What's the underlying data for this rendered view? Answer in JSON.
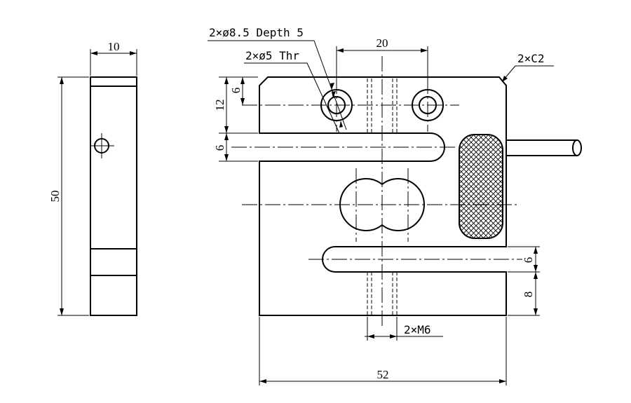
{
  "side_view": {
    "width_label": "10",
    "height_label": "50"
  },
  "front_view": {
    "width_label": "52",
    "hole_spacing_label": "20",
    "top_offset_label": "12",
    "hole_offset_label": "6",
    "upper_slot_label": "6",
    "lower_slot_label": "6",
    "bottom_arm_label": "8"
  },
  "callouts": {
    "counterbore": "2×ø8.5 Depth 5",
    "thru_hole": "2×ø5 Thr",
    "chamfer": "2×C2",
    "thread": "2×M6"
  }
}
